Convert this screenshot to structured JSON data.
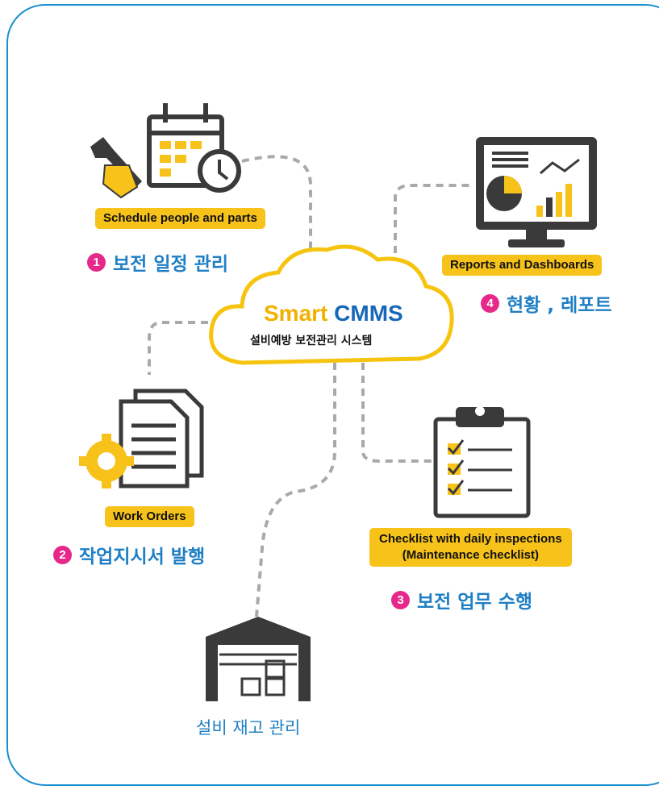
{
  "center": {
    "title_part1": "Smart",
    "title_part2": "CMMS",
    "subtitle": "설비예방 보전관리 시스템"
  },
  "items": [
    {
      "number": "1",
      "label_en": "Schedule people and parts",
      "label_ko": "보전 일정 관리",
      "icon": "calendar-wrench-icon"
    },
    {
      "number": "2",
      "label_en": "Work Orders",
      "label_ko": "작업지시서 발행",
      "icon": "document-gear-icon"
    },
    {
      "number": "3",
      "label_en_line1": "Checklist with daily inspections",
      "label_en_line2": "(Maintenance checklist)",
      "label_ko": "보전 업무 수행",
      "icon": "clipboard-checklist-icon"
    },
    {
      "number": "4",
      "label_en": "Reports and Dashboards",
      "label_ko": "현황 , 레포트",
      "icon": "monitor-chart-icon"
    }
  ],
  "inventory": {
    "label_ko": "설비 재고 관리",
    "icon": "warehouse-icon"
  },
  "colors": {
    "accent_yellow": "#f7c21a",
    "korean_label_blue": "#1f7fc4",
    "number_badge_pink": "#e6288a",
    "frame_border": "#1a8fd0",
    "cmms_blue": "#1768b8"
  }
}
